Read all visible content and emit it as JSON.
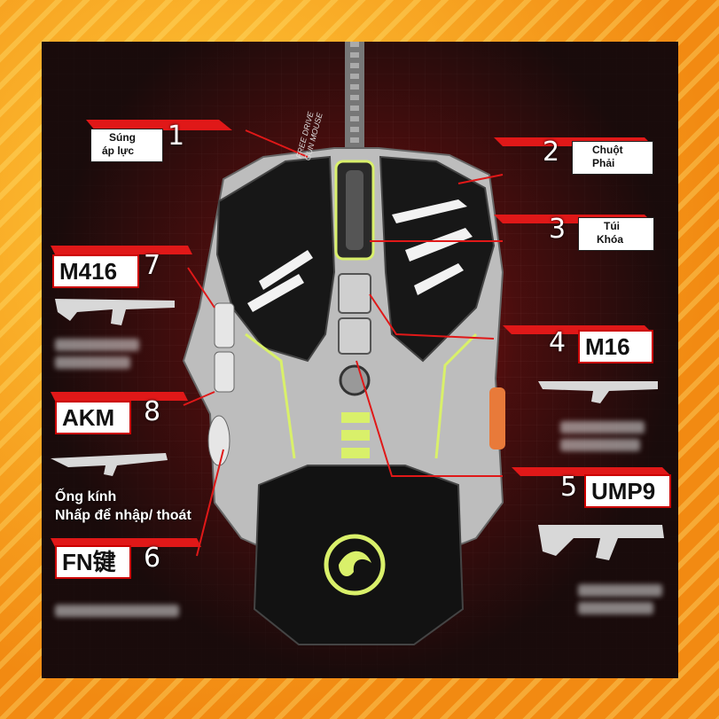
{
  "callouts": {
    "c1": {
      "number": "1",
      "label_line1": "Súng",
      "label_line2": "áp lực"
    },
    "c2": {
      "number": "2",
      "label_line1": "Chuột",
      "label_line2": "Phải"
    },
    "c3": {
      "number": "3",
      "label_line1": "Túi",
      "label_line2": "Khóa"
    },
    "c4": {
      "number": "4",
      "weapon": "M16"
    },
    "c5": {
      "number": "5",
      "weapon": "UMP9"
    },
    "c6": {
      "number": "6",
      "weapon": "FN键"
    },
    "c7": {
      "number": "7",
      "weapon": "M416"
    },
    "c8": {
      "number": "8",
      "weapon": "AKM"
    }
  },
  "scope_text": {
    "line1": "Ống kính",
    "line2": "Nhấp để nhập/ thoát"
  },
  "mouse_print": {
    "line1": "FREE DRIVE",
    "line2": "GUN MOUSE"
  },
  "colors": {
    "accent_red": "#e01818",
    "frame_orange": "#f7a21b",
    "mouse_black": "#151515",
    "mouse_silver": "#c9c9c9",
    "led_green": "#d9f06a"
  }
}
